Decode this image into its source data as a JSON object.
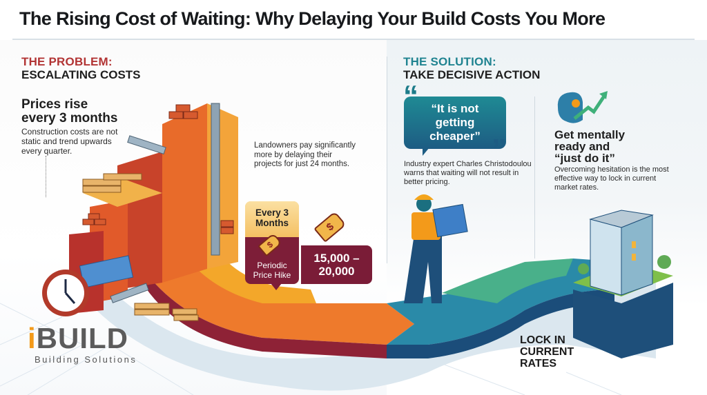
{
  "header": {
    "title": "The Rising Cost of Waiting: Why Delaying Your Build Costs You More"
  },
  "problem": {
    "kicker": "THE PROBLEM:",
    "heading": "ESCALATING COSTS",
    "prices": {
      "heading_line1": "Prices rise",
      "heading_line2": "every 3 months",
      "body": "Construction costs are not static and trend upwards every quarter."
    },
    "landowners": {
      "body": "Landowners pay significantly more by delaying their projects for just 24 months."
    },
    "every_card": {
      "title_line1": "Every 3",
      "title_line2": "Months",
      "label_line1": "Periodic",
      "label_line2": "Price Hike",
      "icon": "price-tag-icon"
    },
    "cost_card": {
      "line1": "15,000 –",
      "line2": "20,000",
      "icon": "price-tag-icon"
    }
  },
  "solution": {
    "kicker": "THE SOLUTION:",
    "heading": "TAKE DECISIVE ACTION",
    "quote": {
      "line1": "“It is not",
      "line2": "getting",
      "line3": "cheaper”",
      "body": "Industry expert Charles Christodoulou warns that waiting will not result in better pricing."
    },
    "mental": {
      "heading_line1": "Get mentally",
      "heading_line2": "ready and",
      "heading_line3": "“just do it”",
      "body": "Overcoming hesitation is the most effective way to lock in current market rates.",
      "icon": "brain-growth-icon"
    },
    "lock": {
      "line1": "LOCK IN",
      "line2": "CURRENT",
      "line3": "RATES"
    }
  },
  "logo": {
    "prefix": "i",
    "word": "BUILD",
    "tagline": "Building Solutions"
  },
  "colors": {
    "problem_accent": "#b23434",
    "solution_accent": "#1f8390",
    "card_maroon": "#7a1c37",
    "card_gold": "#f4c063",
    "logo_orange": "#f39a1a"
  }
}
